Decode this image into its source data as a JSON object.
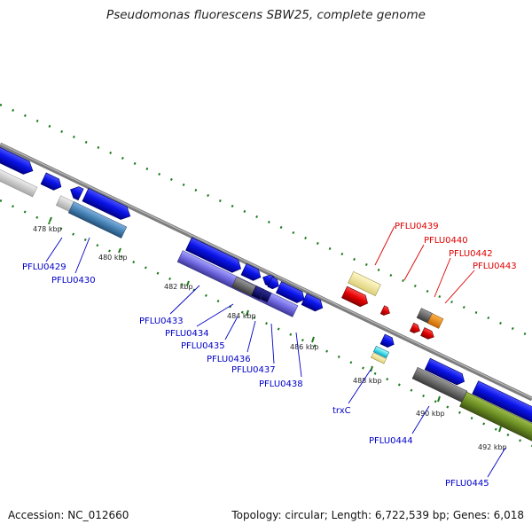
{
  "title": "Pseudomonas fluorescens SBW25, complete genome",
  "footer": {
    "accession": "Accession: NC_012660",
    "summary": "Topology: circular; Length: 6,722,539 bp; Genes: 6,018"
  },
  "colors": {
    "background": "#ffffff",
    "backbone": "#7d7d7d",
    "tick": "#1e7a1e",
    "cds_blue": "#0a14e8",
    "rna_red": "#e00000",
    "label_blue": "#0000c8",
    "label_red": "#e00000"
  },
  "kbp_labels": [
    "478 kbp",
    "480 kbp",
    "482 kbp",
    "484 kbp",
    "486 kbp",
    "488 kbp",
    "490 kbp",
    "492 kbp"
  ],
  "gene_labels": {
    "blue": [
      "PFLU0429",
      "PFLU0430",
      "PFLU0433",
      "PFLU0434",
      "PFLU0435",
      "PFLU0436",
      "PFLU0437",
      "PFLU0438",
      "trxC",
      "PFLU0444",
      "PFLU0445"
    ],
    "red": [
      "PFLU0439",
      "PFLU0440",
      "PFLU0442",
      "PFLU0443"
    ]
  }
}
